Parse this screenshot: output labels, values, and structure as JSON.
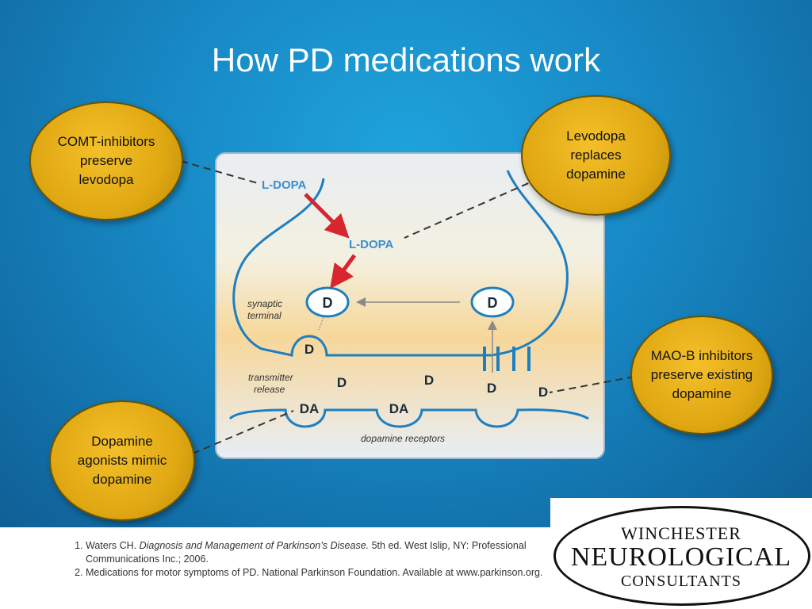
{
  "slide": {
    "title": "How PD medications work"
  },
  "diagram": {
    "labels": {
      "ldopa_top": "L-DOPA",
      "ldopa_mid": "L-DOPA",
      "vesicle_left": "D",
      "vesicle_right": "D",
      "release_vesicle": "D",
      "synaptic_terminal": "synaptic\nterminal",
      "transmitter_release": "transmitter\nrelease",
      "free_d_1": "D",
      "free_d_2": "D",
      "free_d_3": "D",
      "free_d_4": "D",
      "receptor_da_1": "DA",
      "receptor_da_2": "DA",
      "dopamine_receptors": "dopamine receptors"
    },
    "callouts": {
      "comt": "COMT-inhibitors\npreserve\nlevodopa",
      "levodopa": "Levodopa\nreplaces\ndopamine",
      "maob": "MAO-B inhibitors\npreserve existing\ndopamine",
      "agonists": "Dopamine\nagonists mimic\ndopamine"
    },
    "colors": {
      "arrow_red": "#d7262f",
      "neuron_blue": "#1e7fc0",
      "label_blue": "#3b8fd0",
      "bubble_gold": "#e0a812"
    }
  },
  "references": [
    {
      "number": "1.",
      "prefix": "Waters CH. ",
      "italic": "Diagnosis and Management of Parkinson’s Disease.",
      "suffix": " 5th ed. West Islip, NY: Professional Communications Inc.; 2006."
    },
    {
      "number": "2.",
      "text": "Medications for motor symptoms of PD. National Parkinson Foundation. Available at www.parkinson.org."
    }
  ],
  "logo": {
    "line1": "WINCHESTER",
    "line2": "NEUROLOGICAL",
    "line3": "CONSULTANTS"
  }
}
